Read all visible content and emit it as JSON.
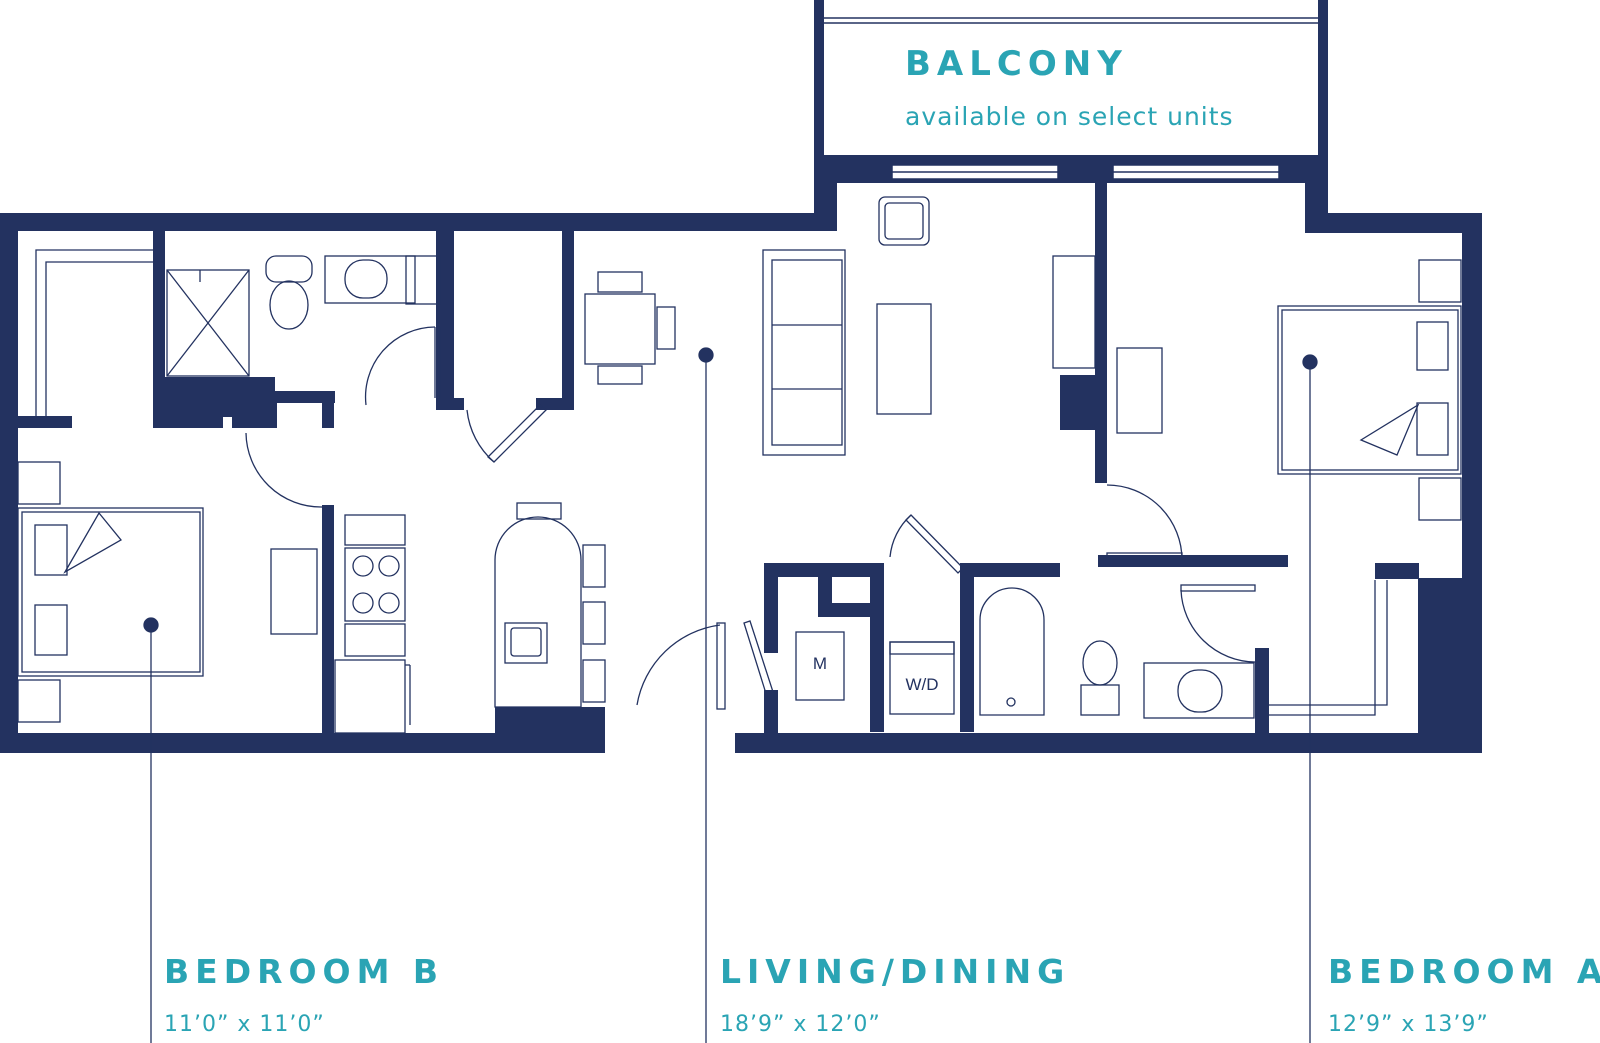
{
  "colors": {
    "wall": "#233260",
    "accent": "#2aa4b4",
    "background": "#ffffff"
  },
  "balcony": {
    "title": "BALCONY",
    "note": "available on select units"
  },
  "rooms": [
    {
      "key": "bedroom-b",
      "title": "BEDROOM B",
      "dimensions": "11’0” x 11’0”"
    },
    {
      "key": "living-dining",
      "title": "LIVING/DINING",
      "dimensions": "18’9” x 12’0”"
    },
    {
      "key": "bedroom-a",
      "title": "BEDROOM A",
      "dimensions": "12’9” x 13’9”"
    }
  ],
  "fixtures": {
    "mechanical": "M",
    "washer_dryer": "W/D"
  }
}
